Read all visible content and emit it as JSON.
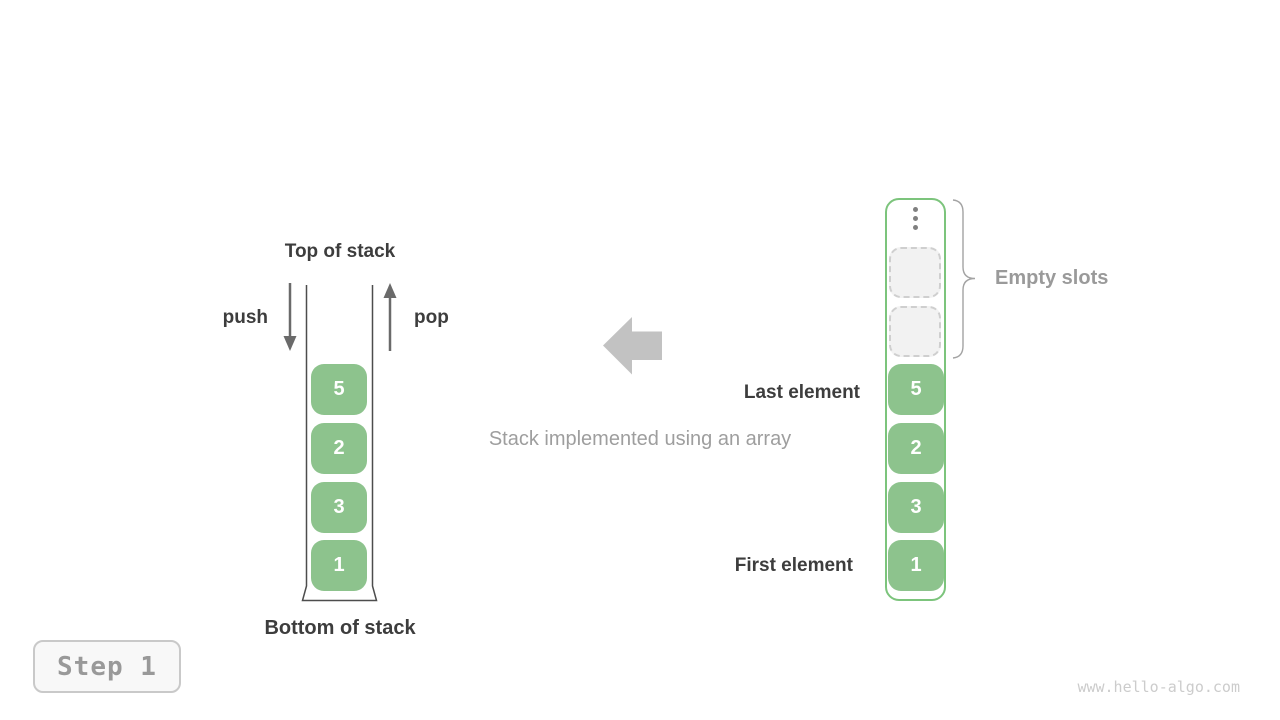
{
  "left_stack": {
    "top_label": "Top of stack",
    "bottom_label": "Bottom of stack",
    "push_label": "push",
    "pop_label": "pop",
    "blocks": [
      "5",
      "2",
      "3",
      "1"
    ]
  },
  "center": {
    "caption": "Stack implemented using an array"
  },
  "right_array": {
    "last_element_label": "Last element",
    "first_element_label": "First element",
    "empty_slots_label": "Empty slots",
    "empty_slot_count": 2,
    "blocks": [
      "5",
      "2",
      "3",
      "1"
    ]
  },
  "footer": {
    "step_label": "Step 1",
    "watermark": "www.hello-algo.com"
  },
  "colors": {
    "block_green": "#8dc38d",
    "array_border_green": "#7cc47c",
    "dark_text": "#3d3d3d",
    "gray_text": "#9e9e9e",
    "big_arrow_gray": "#c2c2c2",
    "small_arrow_gray": "#6a6a6a",
    "empty_slot_bg": "#f2f2f2",
    "empty_slot_border": "#cfcfcf",
    "badge_text": "#999999",
    "watermark_text": "#cccccc"
  }
}
